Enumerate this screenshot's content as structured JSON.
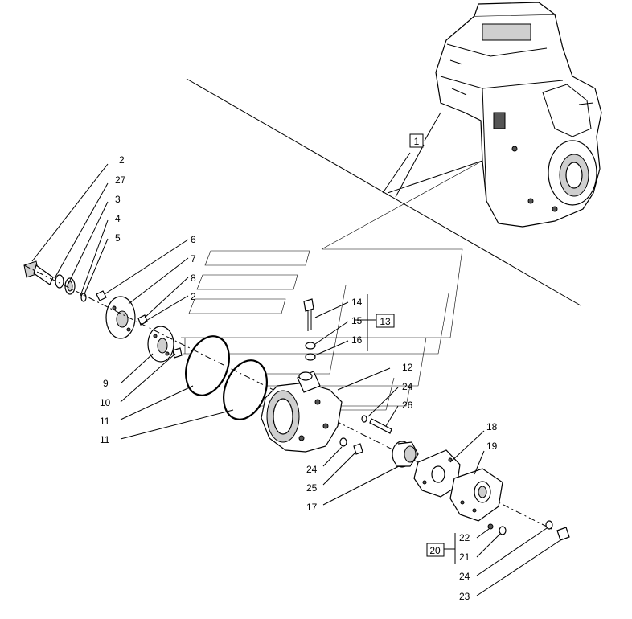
{
  "callouts": {
    "c1": "1",
    "c2a": "2",
    "c27": "27",
    "c3": "3",
    "c4": "4",
    "c5": "5",
    "c6": "6",
    "c7": "7",
    "c8": "8",
    "c2b": "2",
    "c9": "9",
    "c10": "10",
    "c11a": "11",
    "c11b": "11",
    "c14": "14",
    "c15": "15",
    "c13": "13",
    "c16": "16",
    "c12": "12",
    "c24a": "24",
    "c26": "26",
    "c24b": "24",
    "c25": "25",
    "c17": "17",
    "c18": "18",
    "c19": "19",
    "c20": "20",
    "c22": "22",
    "c21": "21",
    "c24c": "24",
    "c23": "23"
  }
}
